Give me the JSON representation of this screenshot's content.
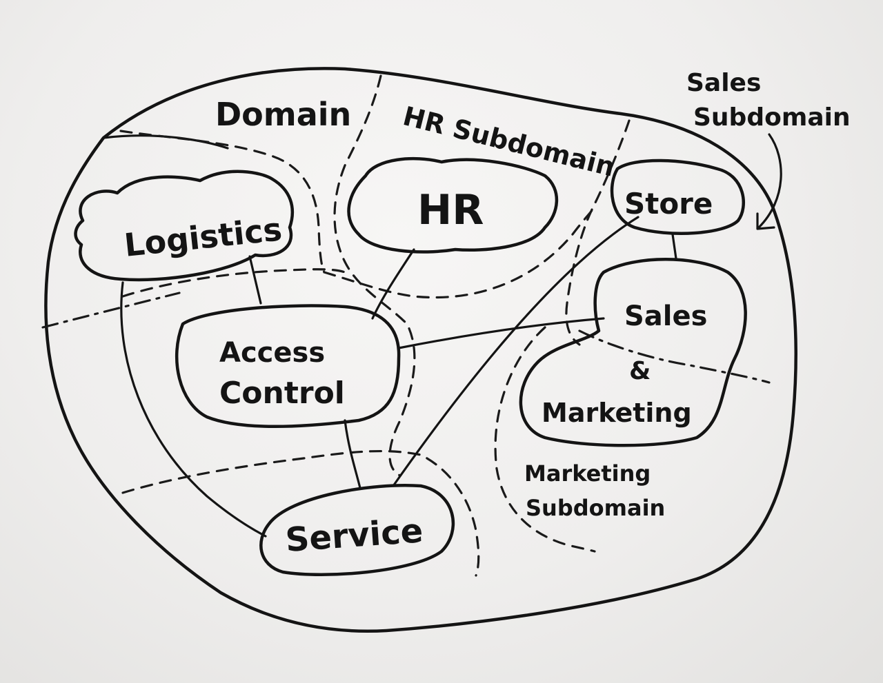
{
  "labels": {
    "domain": "Domain",
    "hr_subdomain": "HR Subdomain",
    "sales_subdomain_line1": "Sales",
    "sales_subdomain_line2": "Subdomain",
    "marketing_subdomain_line1": "Marketing",
    "marketing_subdomain_line2": "Subdomain"
  },
  "contexts": {
    "logistics": "Logistics",
    "hr": "HR",
    "store": "Store",
    "access_control_line1": "Access",
    "access_control_line2": "Control",
    "sales_marketing_line1": "Sales",
    "sales_marketing_line2": "&",
    "sales_marketing_line3": "Marketing",
    "service": "Service"
  }
}
